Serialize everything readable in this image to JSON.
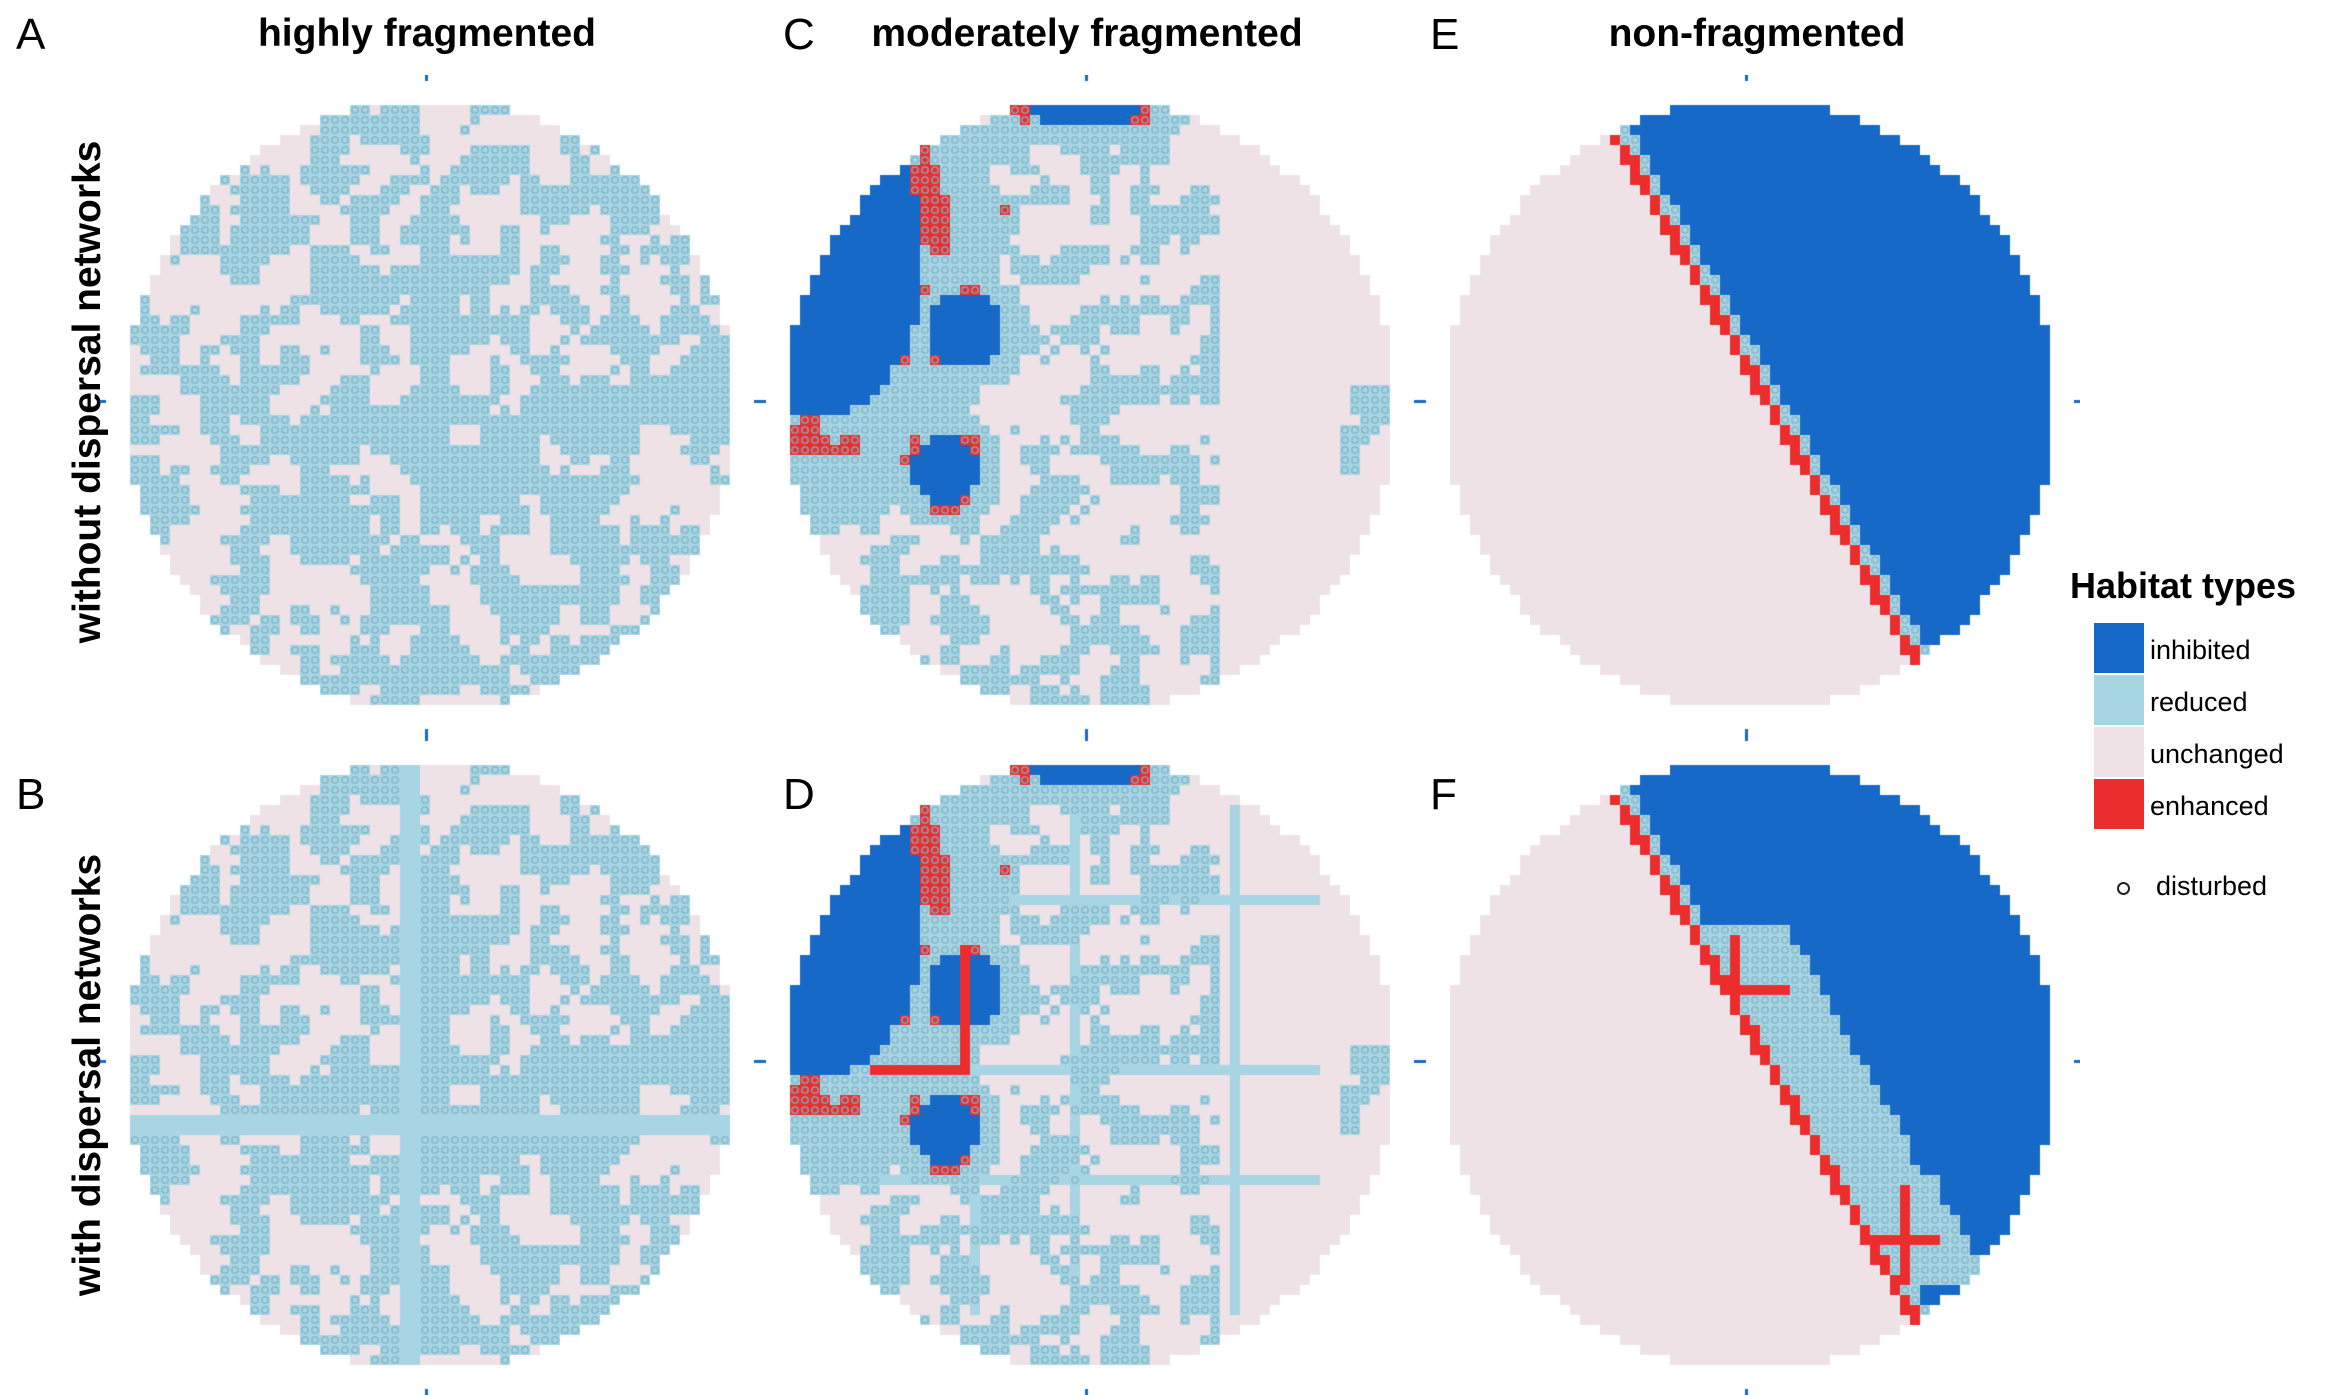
{
  "figure": {
    "column_titles": [
      "highly fragmented",
      "moderately fragmented",
      "non-fragmented"
    ],
    "row_titles": [
      "without dispersal networks",
      "with dispersal networks"
    ],
    "panel_letters": [
      "A",
      "B",
      "C",
      "D",
      "E",
      "F"
    ]
  },
  "legend": {
    "title": "Habitat types",
    "items": [
      {
        "label": "inhibited",
        "color": "#1769c7"
      },
      {
        "label": "reduced",
        "color": "#a8d5e3"
      },
      {
        "label": "unchanged",
        "color": "#efe2e6"
      },
      {
        "label": "enhanced",
        "color": "#ec2d2d"
      }
    ],
    "marker_label": "disturbed"
  },
  "colors": {
    "inhibited": "#1769c7",
    "reduced": "#a8d5e3",
    "unchanged": "#efe2e6",
    "enhanced": "#ec2d2d",
    "disturbed_dot": "#7fb3c6"
  }
}
